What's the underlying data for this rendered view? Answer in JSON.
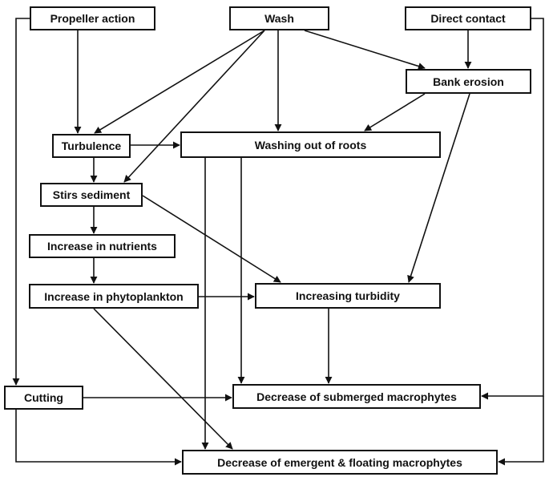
{
  "nodes": {
    "propeller_action": "Propeller action",
    "wash": "Wash",
    "direct_contact": "Direct contact",
    "bank_erosion": "Bank erosion",
    "turbulence": "Turbulence",
    "washing_out_of_roots": "Washing out of roots",
    "stirs_sediment": "Stirs sediment",
    "increase_in_nutrients": "Increase in nutrients",
    "increase_in_phytoplankton": "Increase in phytoplankton",
    "increasing_turbidity": "Increasing turbidity",
    "cutting": "Cutting",
    "decrease_submerged": "Decrease of submerged macrophytes",
    "decrease_emergent": "Decrease of emergent & floating macrophytes"
  },
  "edges": [
    {
      "from": "propeller_action",
      "to": "turbulence"
    },
    {
      "from": "propeller_action",
      "to": "cutting"
    },
    {
      "from": "wash",
      "to": "turbulence"
    },
    {
      "from": "wash",
      "to": "stirs_sediment"
    },
    {
      "from": "wash",
      "to": "washing_out_of_roots"
    },
    {
      "from": "wash",
      "to": "bank_erosion"
    },
    {
      "from": "direct_contact",
      "to": "bank_erosion"
    },
    {
      "from": "direct_contact",
      "to": "decrease_submerged"
    },
    {
      "from": "direct_contact",
      "to": "decrease_emergent"
    },
    {
      "from": "bank_erosion",
      "to": "washing_out_of_roots"
    },
    {
      "from": "bank_erosion",
      "to": "increasing_turbidity"
    },
    {
      "from": "turbulence",
      "to": "washing_out_of_roots"
    },
    {
      "from": "turbulence",
      "to": "stirs_sediment"
    },
    {
      "from": "washing_out_of_roots",
      "to": "decrease_submerged"
    },
    {
      "from": "washing_out_of_roots",
      "to": "decrease_emergent"
    },
    {
      "from": "stirs_sediment",
      "to": "increase_in_nutrients"
    },
    {
      "from": "stirs_sediment",
      "to": "increasing_turbidity"
    },
    {
      "from": "increase_in_nutrients",
      "to": "increase_in_phytoplankton"
    },
    {
      "from": "increase_in_phytoplankton",
      "to": "increasing_turbidity"
    },
    {
      "from": "increase_in_phytoplankton",
      "to": "decrease_emergent"
    },
    {
      "from": "increasing_turbidity",
      "to": "decrease_submerged"
    },
    {
      "from": "cutting",
      "to": "decrease_submerged"
    },
    {
      "from": "cutting",
      "to": "decrease_emergent"
    }
  ]
}
